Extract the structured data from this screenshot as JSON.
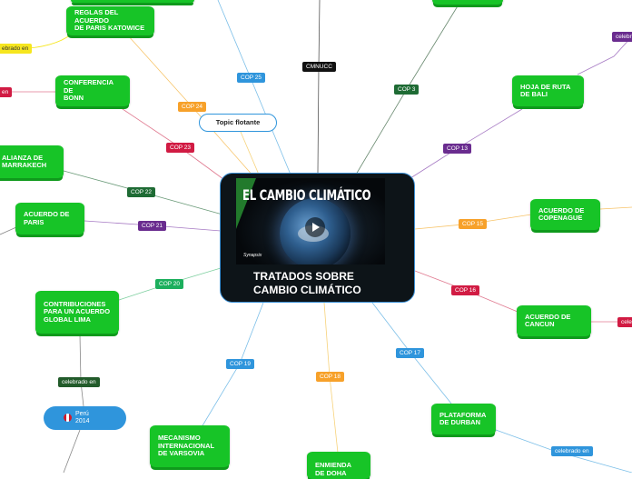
{
  "central": {
    "video_title": "EL CAMBIO CLIMÁTICO",
    "video_brand": "Synapsix",
    "title_line1": "TRATADOS SOBRE",
    "title_line2": "CAMBIO CLIMÁTICO"
  },
  "floating_topic": "Topic flotante",
  "tags": {
    "cop25": "COP 25",
    "cop24": "COP 24",
    "cop23": "COP 23",
    "cop22": "COP 22",
    "cop21": "COP 21",
    "cop20": "COP 20",
    "cop19": "COP 19",
    "cop18": "COP 18",
    "cop17": "COP 17",
    "cop16": "COP 16",
    "cop15": "COP 15",
    "cop13": "COP 13",
    "cop3": "COP 3",
    "cmnucc": "CMNUCC",
    "celebrado_left_top": "ebrado en",
    "celebrado_left_mid": "en",
    "celebrado_contribuciones": "celebrado en",
    "celebrado_durban": "celebrado en",
    "celebrado_bali": "celebrad",
    "celebrado_cancun": "celeb"
  },
  "nodes": {
    "katowice": [
      "REGLAS DEL ACUERDO",
      "DE PARIS KATOWICE"
    ],
    "bonn": [
      "CONFERENCIA DE",
      "BONN"
    ],
    "marrakech": [
      "ALIANZA DE",
      "MARRAKECH"
    ],
    "paris": [
      "ACUERDO DE",
      "PARIS"
    ],
    "lima": [
      "CONTRIBUCIONES",
      "PARA UN ACUERDO",
      "GLOBAL LIMA"
    ],
    "varsovia": [
      "MECANISMO",
      "INTERNACIONAL",
      "DE VARSOVIA"
    ],
    "doha": [
      "ENMIENDA",
      "DE DOHA"
    ],
    "durban": [
      "PLATAFORMA",
      "DE DURBAN"
    ],
    "cancun": [
      "ACUERDO DE",
      "CANCUN"
    ],
    "copenague": [
      "ACUERDO DE",
      "COPENAGUE"
    ],
    "bali": [
      "HOJA DE RUTA",
      "DE BALI"
    ]
  },
  "peru": {
    "line1": "Perú",
    "line2": "2014"
  },
  "colors": {
    "node_green": "#17c427",
    "tag_blue": "#2f95dc",
    "tag_orange": "#f7a12a",
    "tag_red": "#d11b43",
    "tag_darkgreen": "#1e6b34",
    "tag_purple": "#6a2c8f",
    "tag_lightgreen": "#1caf5d",
    "tag_black": "#111111",
    "tag_yellow": "#f6e61e",
    "central_border": "#3a90d6"
  }
}
